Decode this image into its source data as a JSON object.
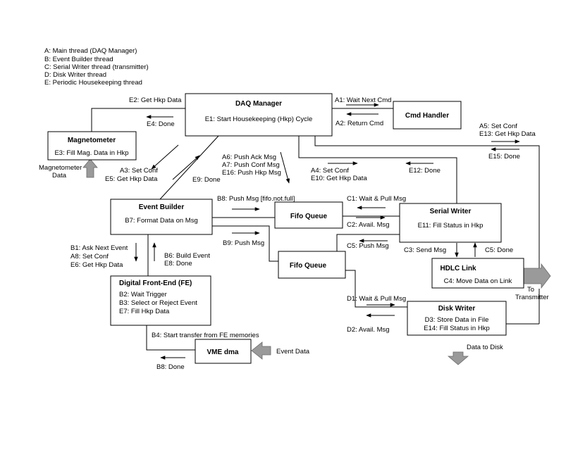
{
  "legend": [
    "A: Main thread (DAQ Manager)",
    "B: Event Builder thread",
    "C: Serial Writer thread (transmitter)",
    "D: Disk Writer thread",
    "E: Periodic Housekeeping thread"
  ],
  "boxes": {
    "daq_manager": {
      "title": "DAQ Manager",
      "line1": "E1: Start Housekeeping (Hkp) Cycle"
    },
    "cmd_handler": {
      "title": "Cmd Handler"
    },
    "magnetometer": {
      "title": "Magnetometer",
      "line1": "E3: Fill Mag. Data in Hkp"
    },
    "event_builder": {
      "title": "Event Builder",
      "line1": "B7: Format Data on Msg"
    },
    "fifo_queue_1": {
      "title": "Fifo Queue"
    },
    "fifo_queue_2": {
      "title": "Fifo Queue"
    },
    "serial_writer": {
      "title": "Serial Writer",
      "line1": "E11: Fill Status in Hkp"
    },
    "hdlc_link": {
      "title": "HDLC Link",
      "line1": "C4: Move Data on Link"
    },
    "frontend": {
      "title": "Digital Front-End (FE)",
      "line1": "B2: Wait Trigger",
      "line2": "B3: Select or Reject Event",
      "line3": "E7: Fill Hkp Data"
    },
    "disk_writer": {
      "title": "Disk Writer",
      "line1": "D3: Store Data in File",
      "line2": "E14: Fill Status in Hkp"
    },
    "vme_dma": {
      "title": "VME dma"
    }
  },
  "labels": {
    "e2": "E2: Get Hkp Data",
    "e4": "E4: Done",
    "a1": "A1: Wait Next Cmd",
    "a2": "A2: Return Cmd",
    "a5": "A5: Set Conf",
    "e13": "E13: Get Hkp Data",
    "e15": "E15: Done",
    "mag_data_1": "Magnetometer",
    "mag_data_2": "Data",
    "a3": "A3: Set Conf",
    "e5": "E5: Get Hkp Data",
    "e9": "E9: Done",
    "a6": "A6: Push Ack Msg",
    "a7": "A7: Push Conf Msg",
    "e16": "E16: Push Hkp Msg",
    "a4": "A4: Set Conf",
    "e10": "E10: Get Hkp Data",
    "e12": "E12: Done",
    "b8_push": "B8: Push Msg [fifo.not.full]",
    "c1": "C1: Wait & Pull Msg",
    "c2": "C2: Avail. Msg",
    "b9": "B9: Push Msg",
    "c5_push": "C5: Push Msg",
    "c3": "C3: Send Msg",
    "c5_done": "C5: Done",
    "b1": "B1: Ask Next Event",
    "a8": "A8: Set Conf",
    "e6": "E6: Get Hkp Data",
    "b6": "B6: Build Event",
    "e8": "E8: Done",
    "to_tx_1": "To",
    "to_tx_2": "Transmitter",
    "d1": "D1: Wait & Pull Msg",
    "d2": "D2: Avail. Msg",
    "b4": "B4: Start transfer from FE memories",
    "event_data": "Event Data",
    "data_to_disk": "Data to Disk",
    "b8_done": "B8: Done"
  }
}
